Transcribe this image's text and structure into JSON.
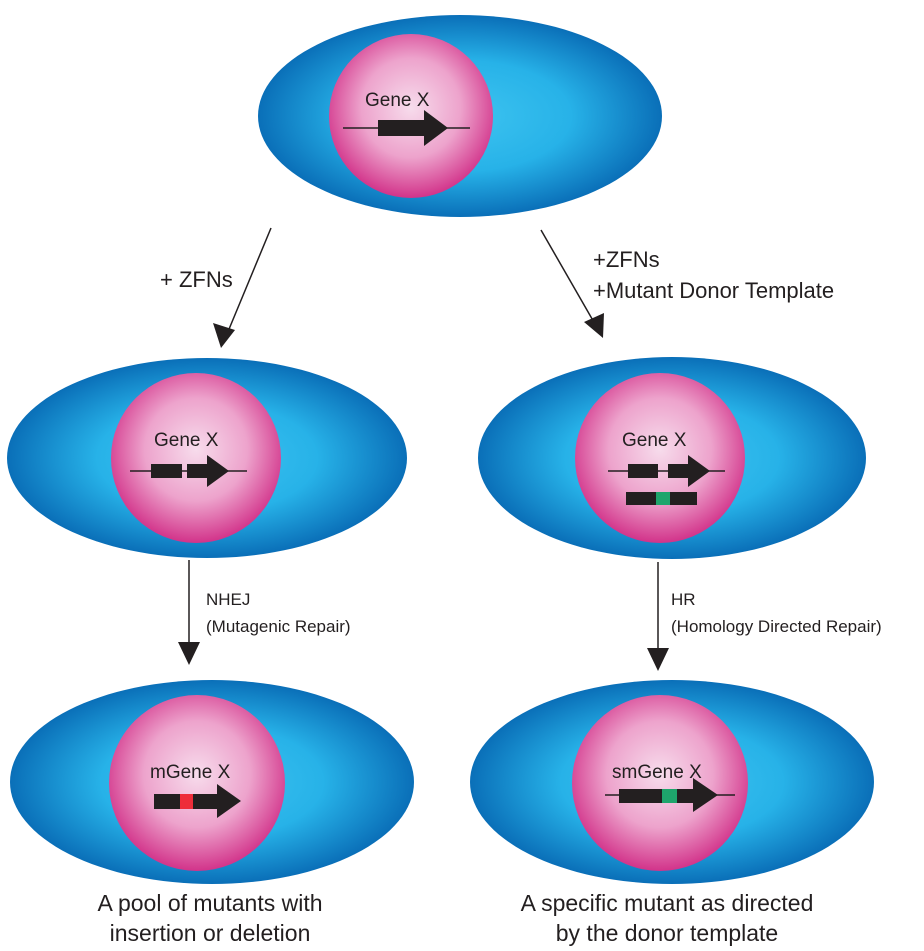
{
  "colors": {
    "cell_outer": "#0a6fb8",
    "cell_inner": "#27b7ec",
    "nucleus_outer": "#d6338c",
    "nucleus_inner": "#f6d7ea",
    "mutation_red": "#ee2d3a",
    "mutation_green": "#1ea56c",
    "ink": "#231f20"
  },
  "cells": {
    "top": {
      "gene_label": "Gene X"
    },
    "middle_left": {
      "gene_label": "Gene X"
    },
    "middle_right": {
      "gene_label": "Gene X"
    },
    "bottom_left": {
      "gene_label": "mGene X",
      "caption_line1": "A pool of mutants with",
      "caption_line2": "insertion or deletion"
    },
    "bottom_right": {
      "gene_label": "smGene X",
      "caption_line1": "A specific mutant as directed",
      "caption_line2": "by the donor template"
    }
  },
  "arrows": {
    "left_treatment": "+ ZFNs",
    "right_treatment_line1": "+ZFNs",
    "right_treatment_line2": "+Mutant Donor Template",
    "left_repair_line1": "NHEJ",
    "left_repair_line2": "(Mutagenic Repair)",
    "right_repair_line1": "HR",
    "right_repair_line2": "(Homology Directed Repair)"
  }
}
